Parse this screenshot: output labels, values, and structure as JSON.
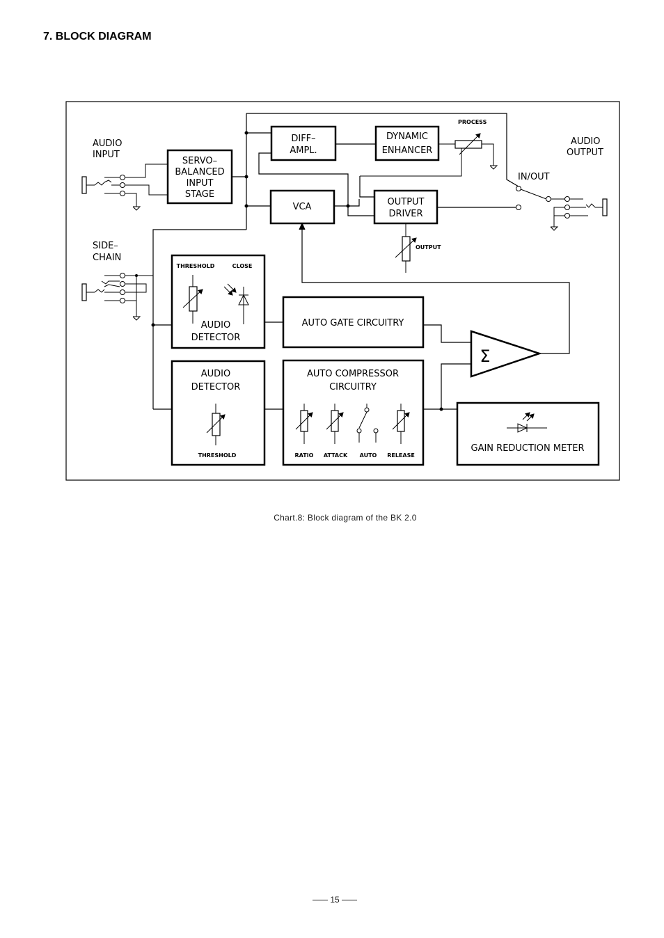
{
  "heading": "7. BLOCK DIAGRAM",
  "caption": "Chart.8: Block diagram of the BK 2.0",
  "page_number": "15",
  "blocks": {
    "servo": [
      "SERVO–",
      "BALANCED",
      "INPUT",
      "STAGE"
    ],
    "diff": [
      "DIFF–",
      "AMPL."
    ],
    "enhancer": [
      "DYNAMIC",
      "ENHANCER"
    ],
    "vca": "VCA",
    "output_driver": [
      "OUTPUT",
      "DRIVER"
    ],
    "gate_detector": [
      "AUDIO",
      "DETECTOR"
    ],
    "gate_circuitry": "AUTO GATE CIRCUITRY",
    "comp_detector": [
      "AUDIO",
      "DETECTOR"
    ],
    "comp_circuitry": [
      "AUTO COMPRESSOR",
      "CIRCUITRY"
    ],
    "meter": "GAIN REDUCTION METER",
    "summer": "Σ"
  },
  "labels": {
    "audio_input": [
      "AUDIO",
      "INPUT"
    ],
    "audio_output": [
      "AUDIO",
      "OUTPUT"
    ],
    "side_chain": [
      "SIDE–",
      "CHAIN"
    ],
    "in_out": "IN/OUT",
    "process": "PROCESS",
    "output": "OUTPUT",
    "threshold": "THRESHOLD",
    "close": "CLOSE",
    "threshold2": "THRESHOLD",
    "ratio": "RATIO",
    "attack": "ATTACK",
    "auto": "AUTO",
    "release": "RELEASE"
  }
}
